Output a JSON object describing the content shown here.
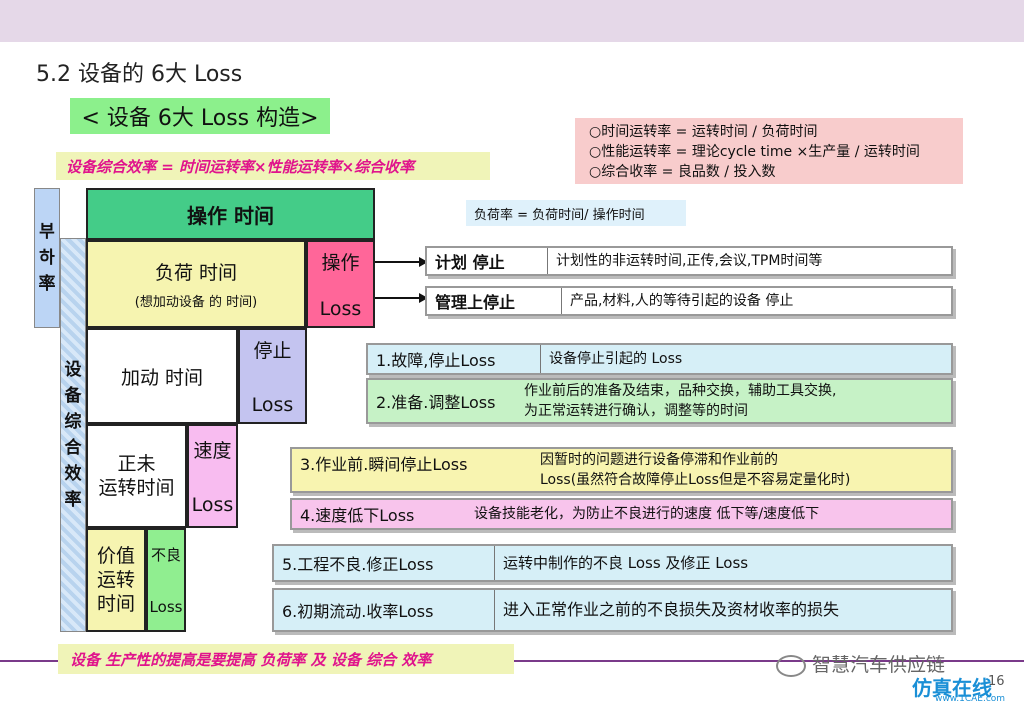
{
  "slide": {
    "title": "5.2 设备的 6大 Loss",
    "structure_title": "< 设备 6大 Loss 构造>",
    "oee_formula": "设备综合效率 = 时间运转率×性能运转率×综合收率",
    "formulas": [
      "○时间运转率 = 运转时间 / 负荷时间",
      "○性能运转率 = 理论cycle time ×生产量 / 运转时间",
      "○综合收率 = 良品数 / 投入数"
    ],
    "load_rate_formula": "负荷率 = 负荷时间/ 操作时间",
    "bottom_note": "设备 生产性的提高是要提高 负荷率 及 设备 综合 效率",
    "page_number": "16",
    "watermark": "智慧汽车供应链",
    "site_logo": "仿真在线",
    "site_url": "www.1CAE.com"
  },
  "side_labels": {
    "load_rate": [
      "부",
      "하",
      "率"
    ],
    "oee": [
      "设",
      "备",
      "综",
      "合",
      "效",
      "率"
    ]
  },
  "blocks": {
    "operation_time": "操作 时间",
    "load_time": "负荷 时间",
    "load_time_sub": "(想加动设备 的 时间)",
    "operation_loss": [
      "操作",
      "Loss"
    ],
    "running_time": "加动 时间",
    "stop_loss": [
      "停止",
      "Loss"
    ],
    "net_running_time": [
      "正未",
      "运转时间"
    ],
    "speed_loss": [
      "速度",
      "Loss"
    ],
    "value_time": [
      "价值",
      "运转",
      "时间"
    ],
    "defect_loss": [
      "不良",
      "Loss"
    ]
  },
  "losses": {
    "plan_stop": {
      "label": "计划 停止",
      "desc": "计划性的非运转时间,正传,会议,TPM时间等"
    },
    "mgmt_stop": {
      "label": "管理上停止",
      "desc": "产品,材料,人的等待引起的设备 停止"
    },
    "l1": {
      "label": "1.故障,停止Loss",
      "desc": [
        "设备停止引起的 Loss"
      ]
    },
    "l2": {
      "label": "2.准备.调整Loss",
      "desc": [
        "作业前后的准备及结束，品种交换，辅助工具交换,",
        "为正常运转进行确认，调整等的时间"
      ]
    },
    "l3": {
      "label": "3.作业前.瞬间停止Loss",
      "desc": [
        "因暂时的问题进行设备停滞和作业前的",
        "Loss(虽然符合故障停止Loss但是不容易定量化时)"
      ]
    },
    "l4": {
      "label": "4.速度低下Loss",
      "desc": [
        "设备技能老化，为防止不良进行的速度 低下等/速度低下"
      ]
    },
    "l5": {
      "label": "5.工程不良.修正Loss",
      "desc": [
        "运转中制作的不良 Loss 及修正 Loss"
      ]
    },
    "l6": {
      "label": "6.初期流动.收率Loss",
      "desc": [
        "进入正常作业之前的不良损失及资材收率的损失"
      ]
    }
  }
}
